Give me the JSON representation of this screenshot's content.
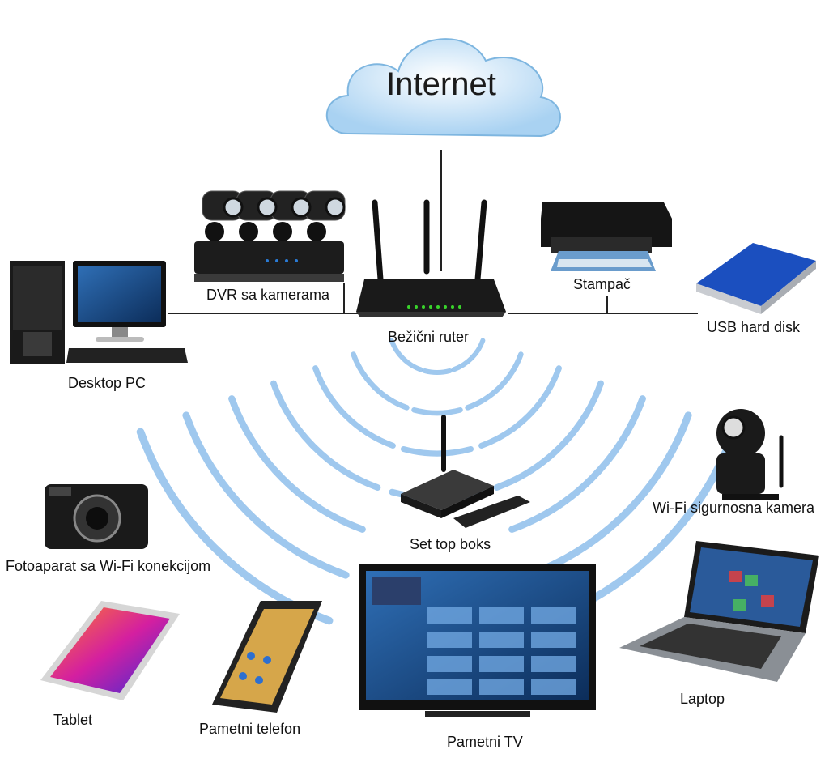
{
  "cloud": {
    "title": "Internet",
    "icon": "cloud-icon"
  },
  "center": {
    "label": "Bežični ruter",
    "icon": "wireless-router-icon"
  },
  "wired_devices": [
    {
      "id": "dvr",
      "label": "DVR sa kamerama",
      "icon": "dvr-cameras-icon"
    },
    {
      "id": "desktop",
      "label": "Desktop PC",
      "icon": "desktop-pc-icon"
    },
    {
      "id": "printer",
      "label": "Stampač",
      "icon": "printer-icon"
    },
    {
      "id": "hdd",
      "label": "USB hard disk",
      "icon": "usb-hard-disk-icon"
    }
  ],
  "wireless_devices": [
    {
      "id": "settop",
      "label": "Set top boks",
      "icon": "set-top-box-icon"
    },
    {
      "id": "camera",
      "label": "Wi-Fi sigurnosna kamera",
      "icon": "wifi-security-camera-icon"
    },
    {
      "id": "photo",
      "label": "Fotoaparat sa Wi-Fi konekcijom",
      "icon": "photo-camera-icon"
    },
    {
      "id": "tablet",
      "label": "Tablet",
      "icon": "tablet-icon"
    },
    {
      "id": "phone",
      "label": "Pametni telefon",
      "icon": "smartphone-icon"
    },
    {
      "id": "tv",
      "label": "Pametni TV",
      "icon": "smart-tv-icon"
    },
    {
      "id": "laptop",
      "label": "Laptop",
      "icon": "laptop-icon"
    }
  ],
  "colors": {
    "wave": "#7fb6e8",
    "cloud": "#cfe6f8",
    "line": "#222222"
  }
}
